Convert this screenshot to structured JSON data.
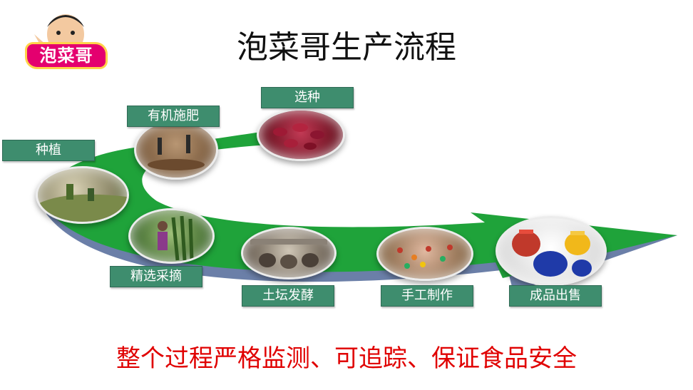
{
  "slide": {
    "title": "泡菜哥生产流程",
    "logo_text": "泡菜哥",
    "steps": [
      {
        "label": "种植",
        "icon": "field-planting-photo"
      },
      {
        "label": "有机施肥",
        "icon": "soil-fertilizing-photo"
      },
      {
        "label": "选种",
        "icon": "red-beans-photo"
      },
      {
        "label": "精选采摘",
        "icon": "picking-vegetables-photo"
      },
      {
        "label": "土坛发酵",
        "icon": "fermentation-jars-photo"
      },
      {
        "label": "手工制作",
        "icon": "chopped-vegetables-photo"
      },
      {
        "label": "成品出售",
        "icon": "pickle-jars-photo"
      }
    ],
    "slogan": "整个过程严格监测、可追踪、保证食品安全",
    "colors": {
      "arrow": "#1fa33a",
      "arrow_shadow": "#6b7fa8",
      "label_bg": "#3e8d6e",
      "slogan": "#e00000"
    }
  }
}
